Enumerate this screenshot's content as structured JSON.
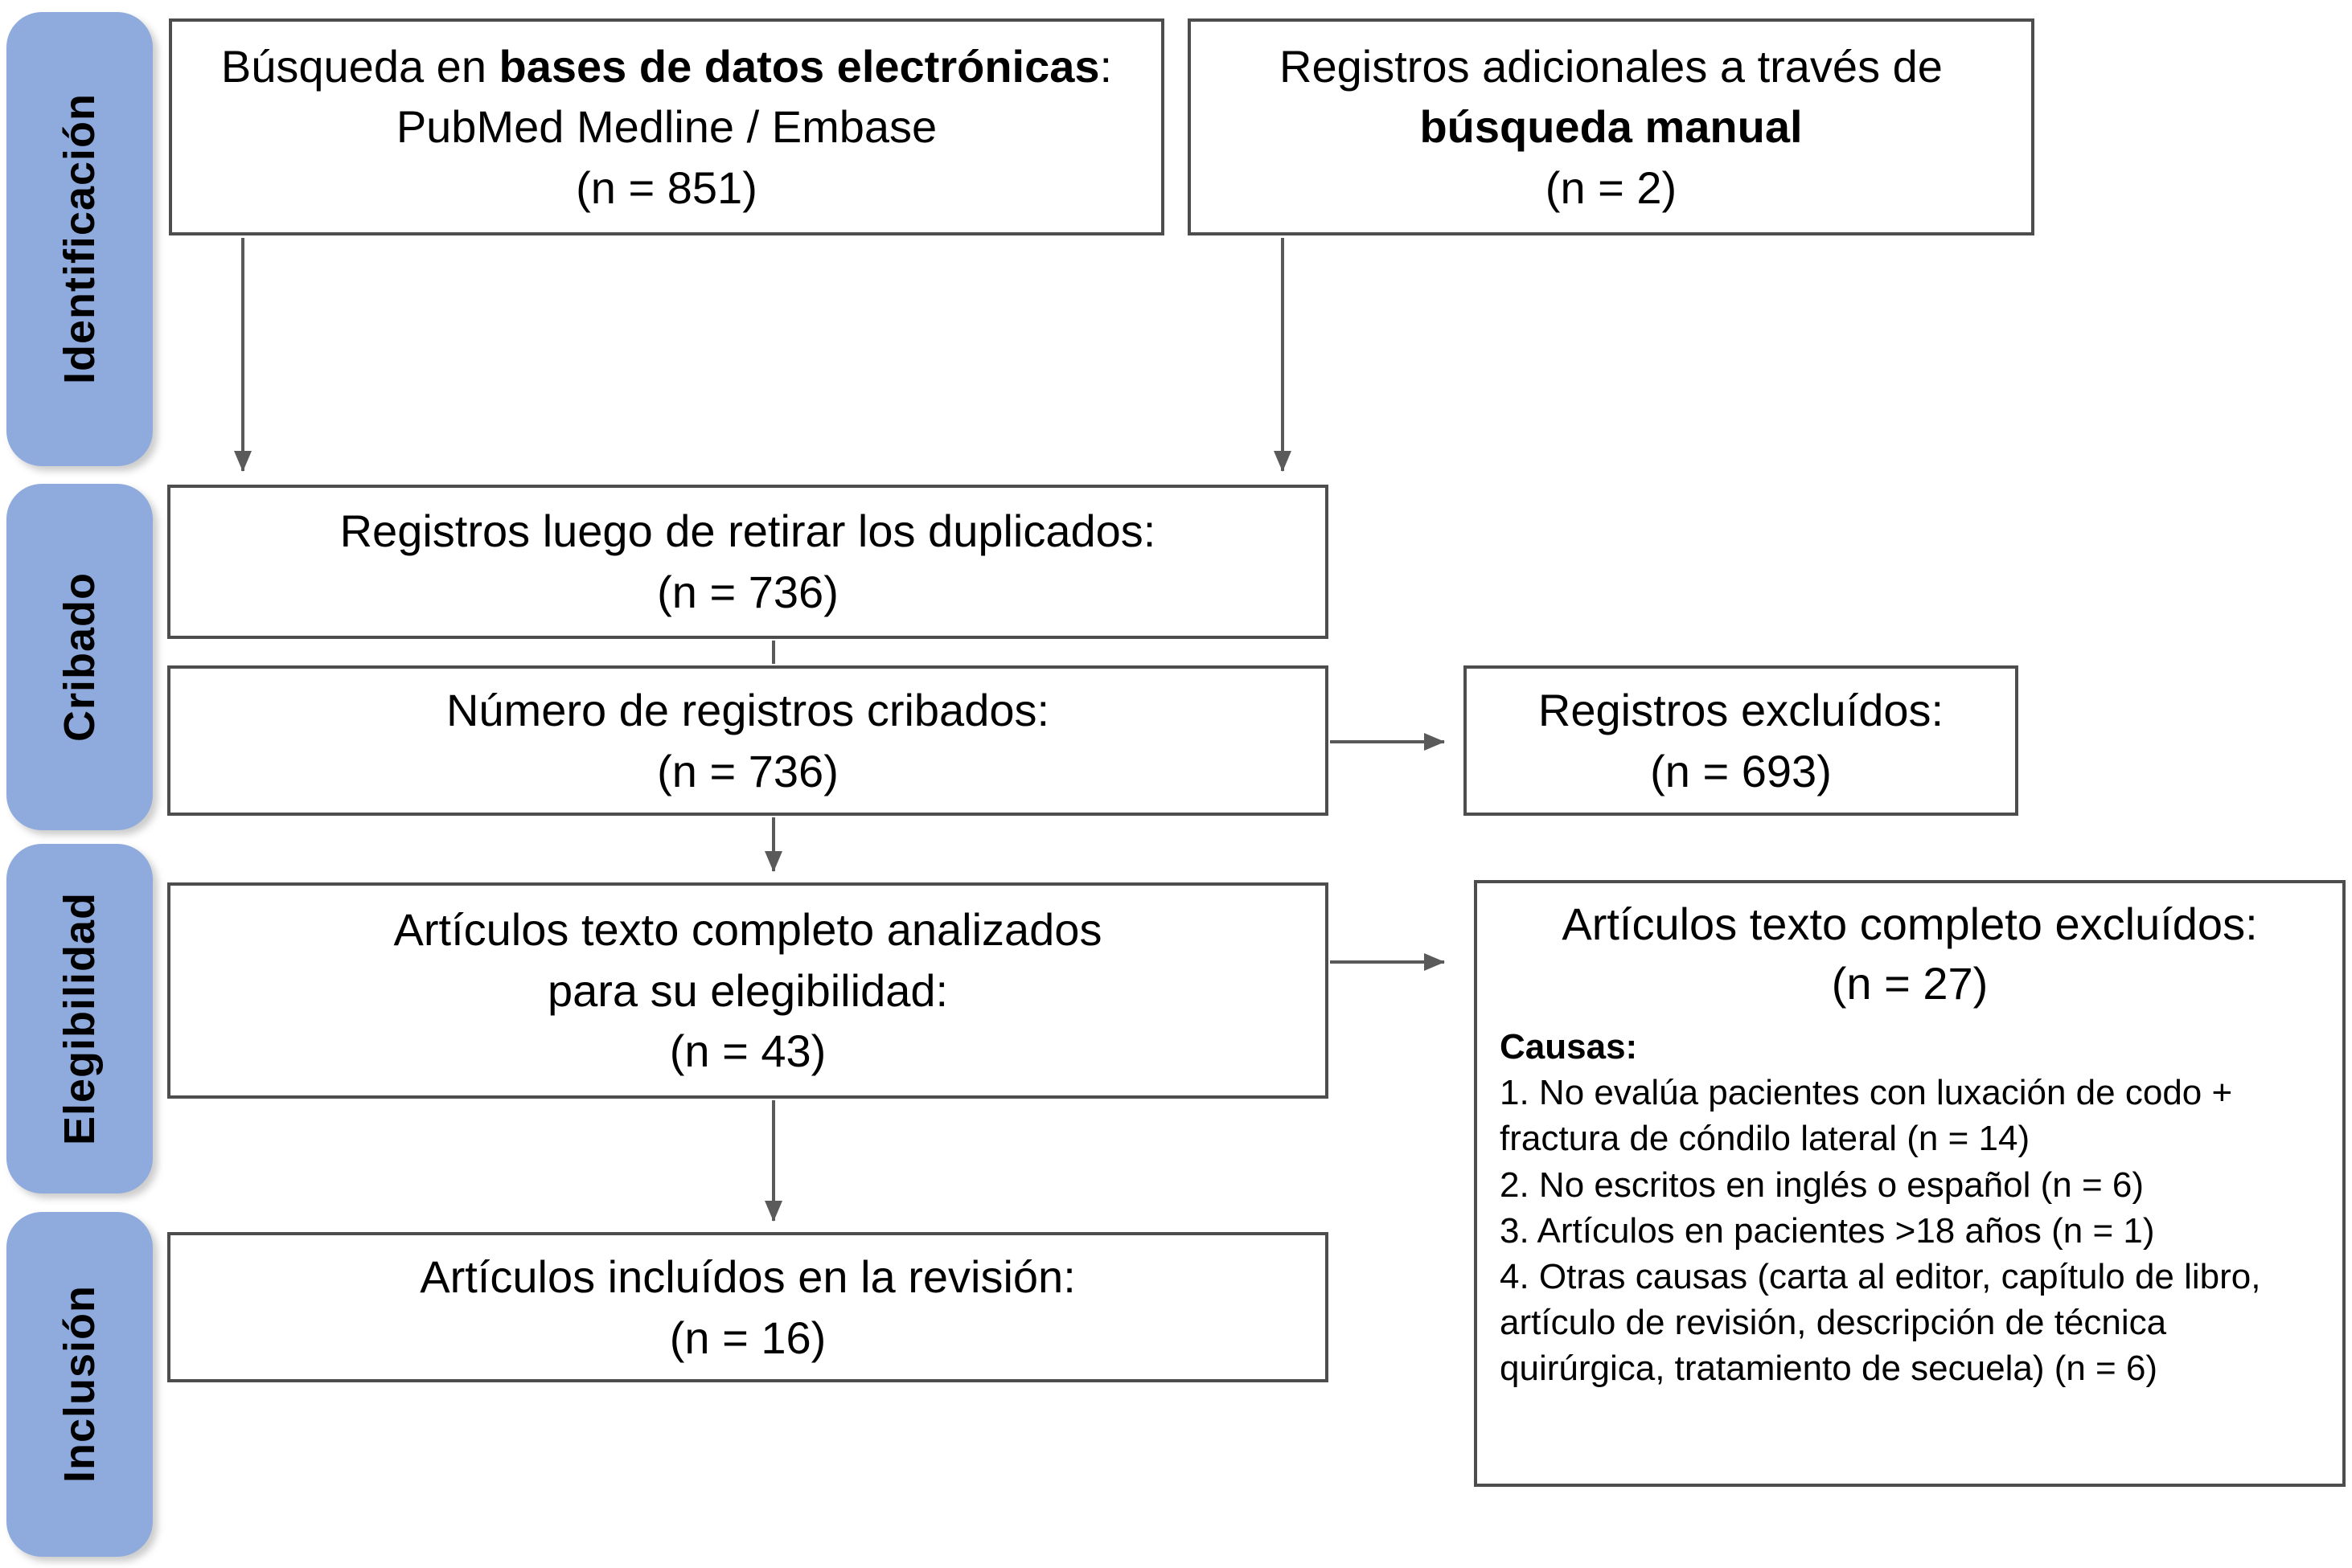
{
  "palette": {
    "sidebar_fill": "#8FAADC",
    "box_border": "#4D4D4D",
    "arrow": "#5A5A5A",
    "text": "#000000",
    "background": "#FFFFFF"
  },
  "sidebar": {
    "stages": [
      {
        "label": "Identificación"
      },
      {
        "label": "Cribado"
      },
      {
        "label": "Elegibilidad"
      },
      {
        "label": "Inclusión"
      }
    ]
  },
  "boxes": {
    "db_search": {
      "line1_pre": "Búsqueda en ",
      "line1_bold": "bases de datos electrónicas",
      "line1_post": ":",
      "line2": "PubMed Medline / Embase",
      "line3": "(n = 851)"
    },
    "manual_search": {
      "line1": "Registros adicionales a través de",
      "line2_bold": "búsqueda manual",
      "line3": "(n = 2)"
    },
    "deduplicated": {
      "line1": "Registros luego de retirar los duplicados:",
      "line2": "(n = 736)"
    },
    "screened": {
      "line1": "Número de registros cribados:",
      "line2": "(n = 736)"
    },
    "records_excluded": {
      "line1": "Registros excluídos:",
      "line2": "(n = 693)"
    },
    "fulltext_assessed": {
      "line1": "Artículos texto completo analizados",
      "line2": "para su elegibilidad:",
      "line3": "(n = 43)"
    },
    "fulltext_excluded": {
      "line1": "Artículos texto completo excluídos:",
      "line2": "(n = 27)",
      "causes_label": "Causas:",
      "causes": [
        "1. No evalúa pacientes con luxación de codo + fractura de cóndilo lateral (n = 14)",
        "2. No escritos en inglés o español (n = 6)",
        "3. Artículos en pacientes >18 años (n = 1)",
        "4. Otras causas (carta al editor, capítulo de libro, artículo de revisión, descripción de técnica quirúrgica, tratamiento de secuela) (n = 6)"
      ]
    },
    "included": {
      "line1": "Artículos incluídos en la revisión:",
      "line2": "(n = 16)"
    }
  }
}
